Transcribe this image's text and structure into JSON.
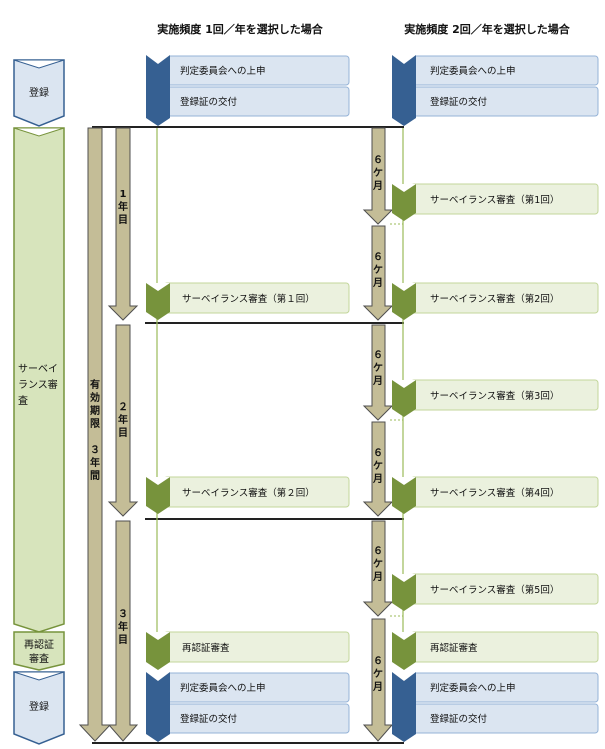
{
  "headers": {
    "once": "実施頻度 1回／年を選択した場合",
    "twice": "実施頻度 2回／年を選択した場合"
  },
  "phases": {
    "registration_top": "登録",
    "surveillance": [
      "サーベイ",
      "ランス審",
      "査"
    ],
    "recert": [
      "再認証",
      "審査"
    ],
    "registration_bottom": "登録"
  },
  "validity": [
    "有",
    "効",
    "期",
    "限",
    "",
    "３",
    "年",
    "間"
  ],
  "years": {
    "y1": [
      "1",
      "年",
      "目"
    ],
    "y2": [
      "２",
      "年",
      "目"
    ],
    "y3": [
      "３",
      "年",
      "目"
    ]
  },
  "six_months": [
    "６",
    "ケ",
    "月"
  ],
  "boxes": {
    "report": "判定委員会への上申",
    "certificate": "登録証の交付",
    "recert": "再認証審査",
    "once_surv": [
      "サーベイランス審査（第１回）",
      "サーベイランス審査（第２回）"
    ],
    "twice_surv": [
      "サーベイランス審査（第1回）",
      "サーベイランス審査（第2回）",
      "サーベイランス審査（第3回）",
      "サーベイランス審査（第4回）",
      "サーベイランス審査（第5回）"
    ]
  },
  "colors": {
    "blue_fill": "#dbe5f1",
    "blue_border": "#95b3d7",
    "blue_dark": "#366092",
    "green_fill": "#ebf1de",
    "green_border": "#c3d69b",
    "green_dark": "#77933c",
    "green_phase": "#d7e4bc",
    "arrow_fill": "#c4bd97",
    "arrow_border": "#4f4f4f"
  }
}
